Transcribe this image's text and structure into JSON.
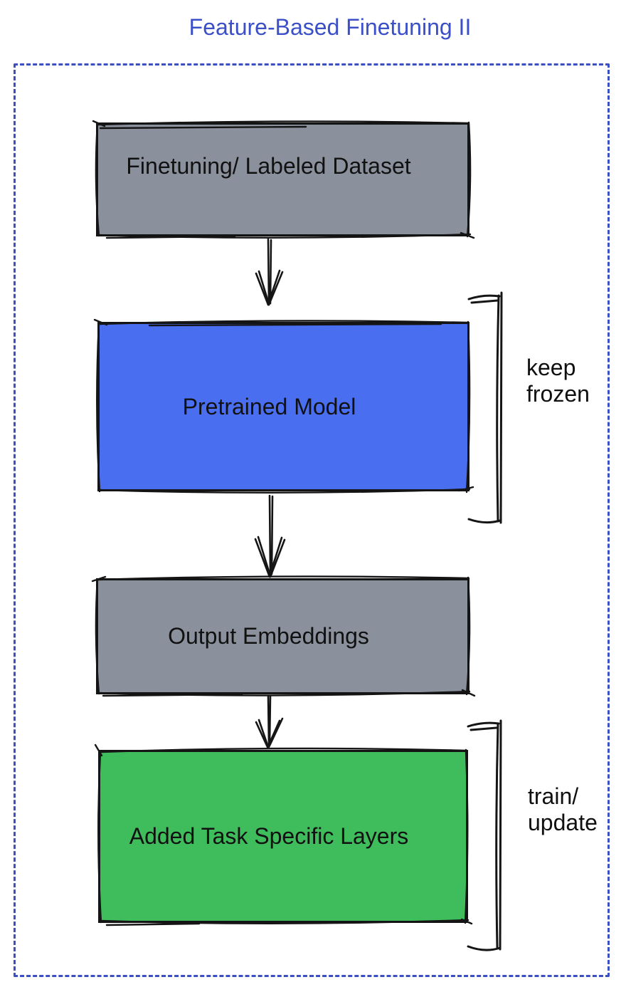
{
  "title": {
    "text": "Feature-Based Finetuning II",
    "color": "#3a4fc8"
  },
  "frame": {
    "border_color": "#3b50c3",
    "border_style": "dashed"
  },
  "nodes": [
    {
      "id": "finetuning-dataset",
      "label": "Finetuning/ Labeled Dataset",
      "fill": "#8a919c",
      "text_color": "#111111"
    },
    {
      "id": "pretrained-model",
      "label": "Pretrained Model",
      "fill": "#4a6ef0",
      "text_color": "#111111"
    },
    {
      "id": "output-embeddings",
      "label": "Output Embeddings",
      "fill": "#8a919c",
      "text_color": "#111111"
    },
    {
      "id": "added-task-specific-layers",
      "label": "Added Task Specific Layers",
      "fill": "#3fbc5b",
      "text_color": "#111111"
    }
  ],
  "edges": [
    {
      "from": "finetuning-dataset",
      "to": "pretrained-model"
    },
    {
      "from": "pretrained-model",
      "to": "output-embeddings"
    },
    {
      "from": "output-embeddings",
      "to": "added-task-specific-layers"
    }
  ],
  "annotations": [
    {
      "target": "pretrained-model",
      "lines": [
        "keep",
        "frozen"
      ]
    },
    {
      "target": "added-task-specific-layers",
      "lines": [
        "train/",
        "update"
      ]
    }
  ]
}
